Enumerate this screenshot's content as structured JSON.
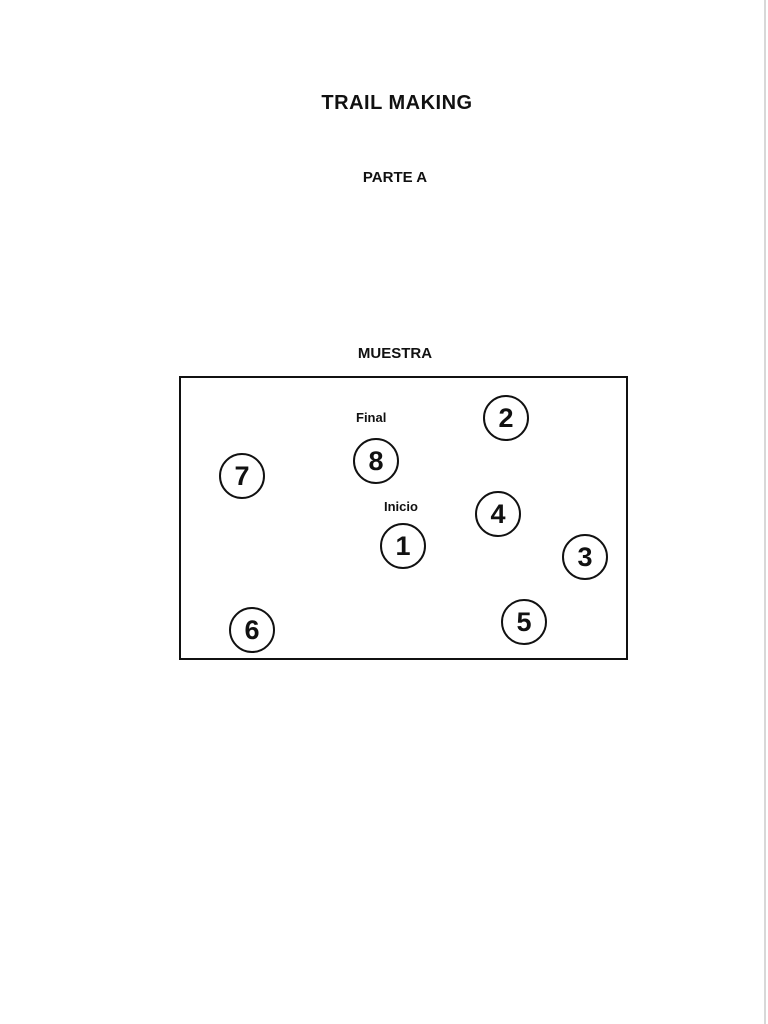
{
  "document": {
    "title": "TRAIL MAKING",
    "subtitle": "PARTE A",
    "sample_heading": "MUESTRA"
  },
  "sample": {
    "end_label": "Final",
    "start_label": "Inicio",
    "circles": [
      "1",
      "2",
      "3",
      "4",
      "5",
      "6",
      "7",
      "8"
    ]
  }
}
